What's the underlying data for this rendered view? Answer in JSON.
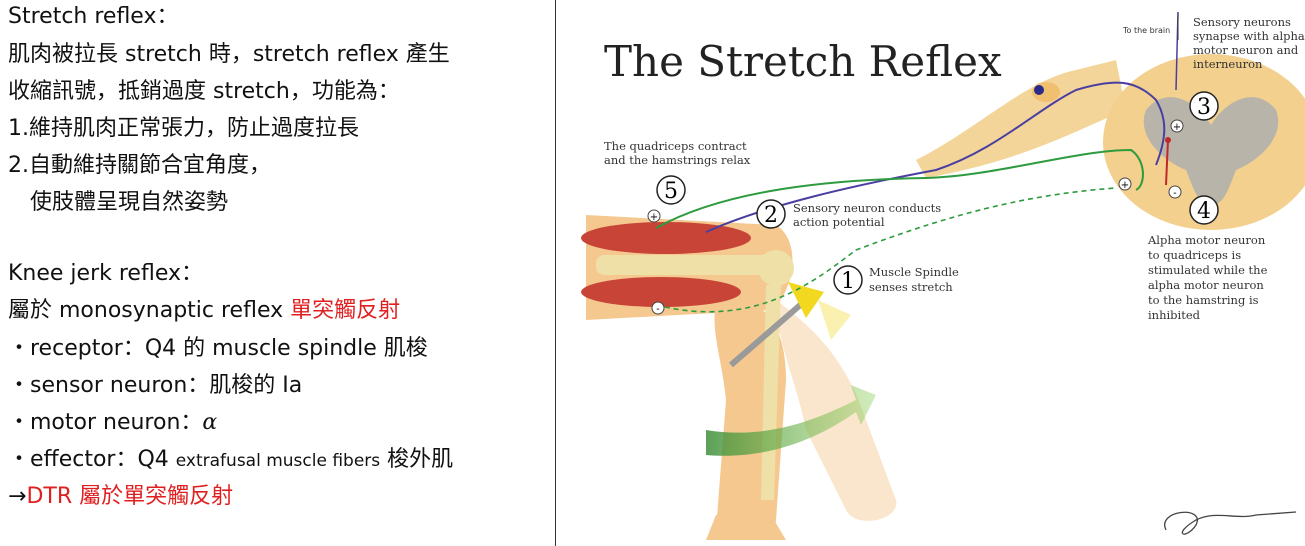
{
  "left_text": {
    "stretch_title": "Stretch reflex：",
    "stretch_l1": "肌肉被拉長 stretch 時，stretch reflex 產生",
    "stretch_l2": "收縮訊號，抵銷過度 stretch，功能為：",
    "stretch_l3": "1.維持肌肉正常張力，防止過度拉長",
    "stretch_l4": "2.自動維持關節合宜角度，",
    "stretch_l5": "使肢體呈現自然姿勢",
    "knee_title": "Knee jerk reflex：",
    "knee_l1_a": "屬於 monosynaptic reflex ",
    "knee_l1_b": "單突觸反射",
    "receptor": "・receptor：Q4 的 muscle spindle 肌梭",
    "sensor": "・sensor neuron：肌梭的 Ia",
    "motor_a": "・motor neuron：",
    "motor_b": "α",
    "effector_a": "・effector：Q4 ",
    "effector_b": "extrafusal muscle fibers",
    "effector_c": " 梭外肌",
    "dtr_a": "→",
    "dtr_b": "DTR 屬於單突觸反射"
  },
  "diagram": {
    "title": "The Stretch Reflex",
    "to_brain": "To the brain",
    "label_3": "Sensory neurons synapse with alpha motor neuron and interneuron",
    "label_3_lines": [
      "Sensory neurons",
      "synapse with alpha",
      "motor neuron and",
      "interneuron"
    ],
    "label_5_lines": [
      "The quadriceps contract",
      "and the hamstrings relax"
    ],
    "label_2_lines": [
      "Sensory neuron conducts",
      "action potential"
    ],
    "label_1_lines": [
      "Muscle Spindle",
      "senses stretch"
    ],
    "label_4_lines": [
      "Alpha motor neuron",
      "to quadriceps is",
      "stimulated while the",
      "alpha motor neuron",
      "to the hamstring is",
      "inhibited"
    ],
    "step_numbers": [
      "1",
      "2",
      "3",
      "4",
      "5"
    ],
    "colors": {
      "sensory": "#4a3fa0",
      "motor": "#2e9b3e",
      "inhibit": "#c0282a",
      "cord": "#f3d08e",
      "grey_matter": "#b9b4aa",
      "muscle": "#c84436",
      "skin": "#f4c88f"
    }
  }
}
